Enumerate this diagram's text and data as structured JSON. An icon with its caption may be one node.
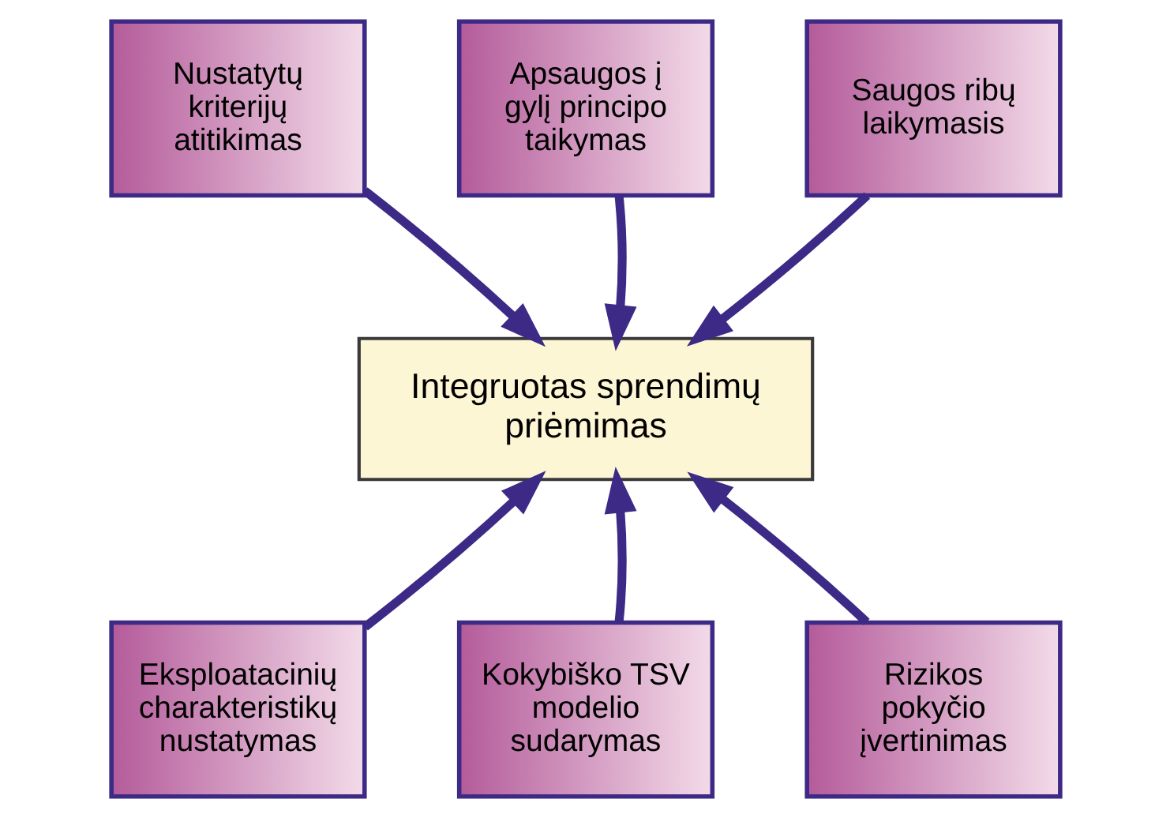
{
  "diagram": {
    "nodes": [
      {
        "text": [
          "Apsaugos į gylį principo taikymas"
        ]
      },
      {
        "text": [
          "Nustatytų kriterijų atitikimas"
        ]
      },
      {
        "text": [
          "Saugos ribų laikymasis"
        ]
      },
      {
        "text": [
          "Integruotas sprendimų priėmimas"
        ]
      },
      {
        "text": [
          "Eksploatacinių charakteristikų nustatymas"
        ]
      },
      {
        "text": [
          "Kokybiško TSV modelio sudarymas"
        ]
      },
      {
        "text": [
          "Rizikos pokyčio įvertinimas"
        ]
      }
    ],
    "edges": [
      {
        "from": 1,
        "to": 3,
        "arrow": "to"
      },
      {
        "from": 0,
        "to": 3,
        "arrow": "to"
      },
      {
        "from": 2,
        "to": 3,
        "arrow": "to"
      },
      {
        "from": 4,
        "to": 3,
        "arrow": "to"
      },
      {
        "from": 5,
        "to": 3,
        "arrow": "to"
      },
      {
        "from": 6,
        "to": 3,
        "arrow": "to"
      }
    ]
  }
}
